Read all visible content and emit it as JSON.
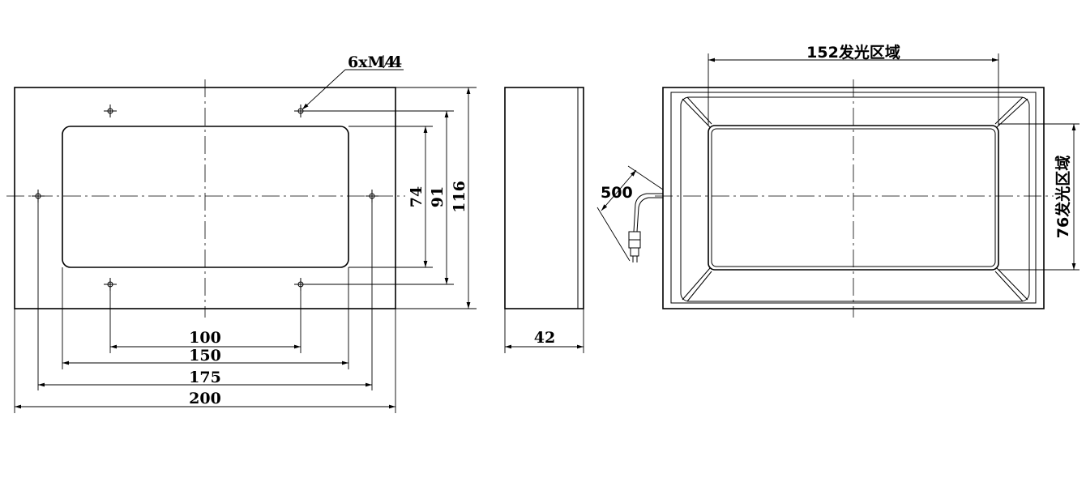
{
  "front_view": {
    "hole_note": "6xM4",
    "hole_depth": "4",
    "dim_100": "100",
    "dim_150": "150",
    "dim_175": "175",
    "dim_200": "200",
    "dim_74": "74",
    "dim_91": "91",
    "dim_116": "116"
  },
  "side_view": {
    "dim_depth": "42"
  },
  "rear_view": {
    "cable_length": "500",
    "emitting_width": "152发光区域",
    "emitting_height": "76发光区域"
  }
}
